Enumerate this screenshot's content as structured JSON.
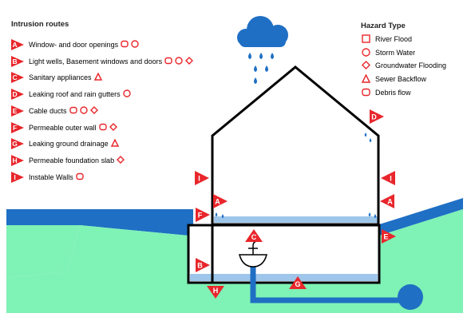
{
  "routes": {
    "title": "Intrusion routes",
    "items": [
      {
        "letter": "A",
        "label": "Window- and door openings",
        "hazards": [
          "debris",
          "storm"
        ]
      },
      {
        "letter": "B",
        "label": "Light wells, Basement windows and doors",
        "hazards": [
          "debris",
          "storm",
          "groundwater"
        ]
      },
      {
        "letter": "C",
        "label": "Sanitary appliances",
        "hazards": [
          "sewer"
        ]
      },
      {
        "letter": "D",
        "label": "Leaking roof and rain gutters",
        "hazards": [
          "storm"
        ]
      },
      {
        "letter": "E",
        "label": "Cable ducts",
        "hazards": [
          "debris",
          "storm",
          "groundwater"
        ]
      },
      {
        "letter": "F",
        "label": "Permeable outer wall",
        "hazards": [
          "debris",
          "groundwater"
        ]
      },
      {
        "letter": "G",
        "label": "Leaking ground drainage",
        "hazards": [
          "sewer"
        ]
      },
      {
        "letter": "H",
        "label": "Permeable foundation slab",
        "hazards": [
          "groundwater"
        ]
      },
      {
        "letter": "I",
        "label": "Instable Walls",
        "hazards": [
          "debris"
        ]
      }
    ]
  },
  "hazards": {
    "title": "Hazard Type",
    "items": [
      {
        "id": "river",
        "label": "River Flood",
        "shape": "square"
      },
      {
        "id": "storm",
        "label": "Storm Water",
        "shape": "circle"
      },
      {
        "id": "groundwater",
        "label": "Groundwater Flooding",
        "shape": "diamond"
      },
      {
        "id": "sewer",
        "label": "Sewer Backflow",
        "shape": "triangle"
      },
      {
        "id": "debris",
        "label": "Debris flow",
        "shape": "rounded-square"
      }
    ]
  },
  "colors": {
    "accent": "#e8262b",
    "ground": "#7ff2b6",
    "water": "#1f6fc4",
    "basement_floor": "#9ec6ea",
    "cloud": "#1f6fc4",
    "house": "#000000"
  },
  "diagram_markers": [
    "A",
    "A",
    "B",
    "C",
    "D",
    "E",
    "F",
    "G",
    "H",
    "I",
    "I"
  ]
}
